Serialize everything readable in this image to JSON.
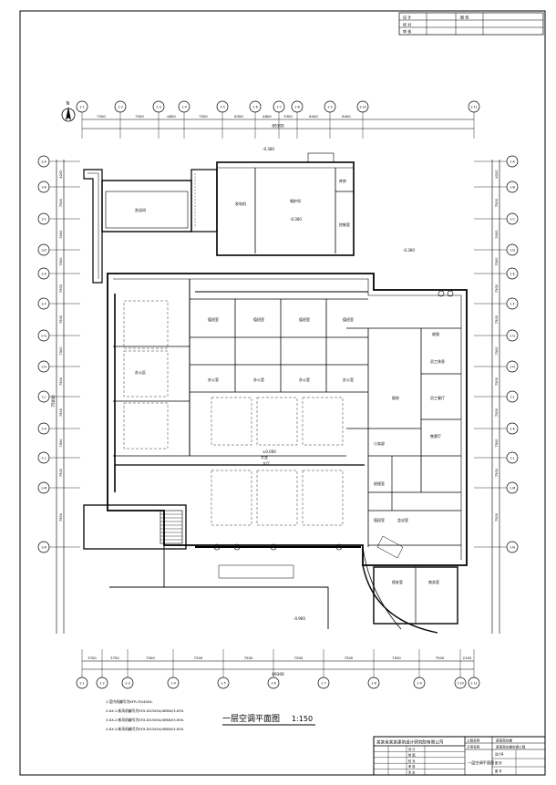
{
  "sheet": {
    "top_block": {
      "labels": [
        "设 计",
        "校 对",
        "审 核"
      ],
      "right_label": "图 纸"
    },
    "north_symbol": "N",
    "top_axes": [
      "1-1",
      "1-2",
      "1-3",
      "1-4",
      "1-5",
      "1-6",
      "1-7",
      "1-8",
      "1-9",
      "1-10",
      "1-11"
    ],
    "top_dims": [
      "7500",
      "7500",
      "4800",
      "7500",
      "6300",
      "4800",
      "3300",
      "6400",
      "6400"
    ],
    "top_total": "69300",
    "bottom_axes": [
      "1-1",
      "1-2",
      "1-3",
      "1-4",
      "1-5",
      "1-6",
      "1-7",
      "1-8",
      "1-9",
      "1-10",
      "1-11"
    ],
    "bottom_dims": [
      "3700",
      "3750",
      "7500",
      "7500",
      "7500",
      "7500",
      "7500",
      "7500",
      "7500",
      "2100"
    ],
    "bottom_total": "69300",
    "left_axes": [
      "1-A",
      "1-B",
      "1-C",
      "1-D",
      "1-E",
      "1-F",
      "1-G",
      "1-H",
      "1-J",
      "1-K",
      "1-L",
      "1-M",
      "1-N"
    ],
    "left_dims": [
      "4200",
      "7500",
      "3000",
      "7500",
      "7500",
      "7500",
      "7500",
      "7500",
      "7500",
      "7500",
      "7500",
      "7500"
    ],
    "left_total": "75000",
    "rooms": [
      {
        "id": "generator",
        "label": "发电机"
      },
      {
        "id": "boiler",
        "label": "锅炉间"
      },
      {
        "id": "storage",
        "label": "库房"
      },
      {
        "id": "shower",
        "label": "洗浴间"
      },
      {
        "id": "control",
        "label": "控制室"
      },
      {
        "id": "treat1",
        "label": "值班室"
      },
      {
        "id": "treat2",
        "label": "值班室"
      },
      {
        "id": "treat3",
        "label": "值班室"
      },
      {
        "id": "treat4",
        "label": "值班室"
      },
      {
        "id": "office1",
        "label": "办公室"
      },
      {
        "id": "office2",
        "label": "办公室"
      },
      {
        "id": "office3",
        "label": "办公室"
      },
      {
        "id": "office4",
        "label": "办公室"
      },
      {
        "id": "kitchen",
        "label": "厨房"
      },
      {
        "id": "lobby",
        "label": "大堂"
      },
      {
        "id": "hall",
        "label": "大厅"
      },
      {
        "id": "west_office",
        "label": "办公区"
      },
      {
        "id": "dining",
        "label": "员工餐厅"
      },
      {
        "id": "staff",
        "label": "员工休息"
      },
      {
        "id": "ticket",
        "label": "售票厅"
      },
      {
        "id": "cashier",
        "label": "收银"
      },
      {
        "id": "manager",
        "label": "经理室"
      },
      {
        "id": "meeting",
        "label": "会议室"
      },
      {
        "id": "duty",
        "label": "值班室"
      },
      {
        "id": "security",
        "label": "保安室"
      },
      {
        "id": "shop1",
        "label": "商务室"
      },
      {
        "id": "shop2",
        "label": "小卖部"
      }
    ],
    "elevations": [
      "-0.300",
      "-0.300",
      "-0.300",
      "±0.000",
      "-0.900"
    ],
    "notes": [
      "1.室内机编号为KFR-35/4004.",
      "2.KX-1.新风机编号为SFX-DG3X04/4BSW/3-630.",
      "3.KX-2.新风机编号为SFX-DG3X04/4BSW/3-630.",
      "4.KX-3.新风机编号为SFX-DG3X04/4BSW/3-630."
    ],
    "drawing_title": "一层空调平面图",
    "drawing_scale": "1:150",
    "company": "某某省某某建筑设计研究院有限公司",
    "title_block": {
      "project_label": "工程名称",
      "project_value": "某某商住楼",
      "item_label": "子项名称",
      "item_value": "某某商住楼空调工程",
      "drawing_name": "一层空调平面图",
      "rows_left": [
        "设 计",
        "制 图",
        "校 对",
        "审 核",
        "审 定"
      ],
      "right_cells": [
        "设计号",
        "图 别",
        "图 号"
      ]
    }
  }
}
